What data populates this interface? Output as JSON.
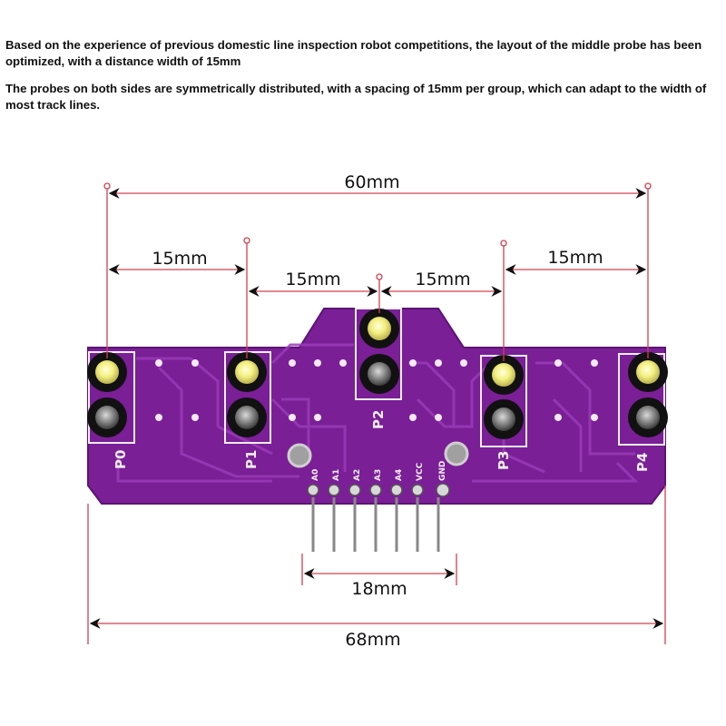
{
  "text": {
    "paragraph_1": "Based on the experience of previous domestic line inspection robot competitions, the layout of the middle probe has been optimized, with a distance width of 15mm",
    "paragraph_2": "The probes on both sides are symmetrically distributed, with a spacing of 15mm per group, which can adapt to the width of most track lines."
  },
  "dimensions": {
    "total_probe_span": "60mm",
    "spacing_left_outer": "15mm",
    "spacing_left_inner": "15mm",
    "spacing_right_inner": "15mm",
    "spacing_right_outer": "15mm",
    "pin_header_width": "18mm",
    "board_width": "68mm"
  },
  "probes": [
    "P0",
    "P1",
    "P2",
    "P3",
    "P4"
  ],
  "pins": [
    "A0",
    "A1",
    "A2",
    "A3",
    "A4",
    "VCC",
    "GND"
  ],
  "colors": {
    "board": "#7a1f96",
    "board_edge": "#5c1474",
    "trace": "#9a3bb8",
    "dimension_line": "#d04050",
    "silkscreen": "#f2eef6",
    "led_lens": "#f4f080"
  }
}
